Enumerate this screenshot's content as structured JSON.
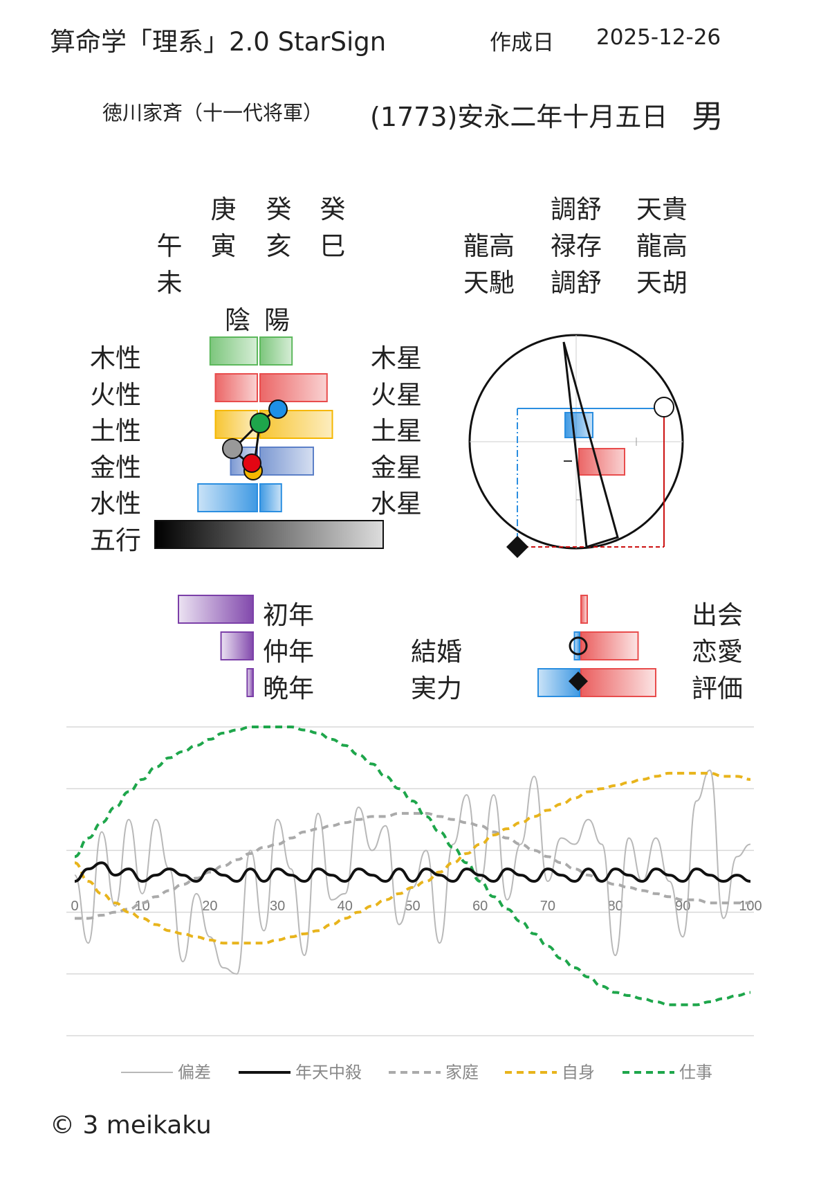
{
  "header": {
    "title": "算命学「理系」2.0 StarSign",
    "created_label": "作成日",
    "created_date": "2025-12-26",
    "person": "徳川家斉（十一代将軍）",
    "birth": "(1773)安永二年十月五日",
    "gender": "男"
  },
  "pillars": {
    "row1": [
      "庚",
      "癸",
      "癸"
    ],
    "row2": [
      "午",
      "寅",
      "亥",
      "巳"
    ],
    "row3": [
      "未"
    ]
  },
  "stars": {
    "row1": [
      "調舒",
      "天貴"
    ],
    "row2": [
      "龍高",
      "禄存",
      "龍高"
    ],
    "row3": [
      "天馳",
      "調舒",
      "天胡"
    ]
  },
  "elements": {
    "yin_label": "陰",
    "yang_label": "陽",
    "left_labels": [
      "木性",
      "火性",
      "土性",
      "金性",
      "水性",
      "五行"
    ],
    "right_labels": [
      "木星",
      "火星",
      "土星",
      "金星",
      "水星"
    ],
    "yin_values": [
      0.62,
      0.55,
      0.55,
      0.35,
      0.78
    ],
    "yang_values": [
      0.42,
      0.88,
      0.95,
      0.7,
      0.28
    ],
    "colors": [
      "#5cb85c",
      "#e84c4c",
      "#f5b700",
      "#5b7fc7",
      "#2a8ee0"
    ]
  },
  "life": {
    "labels": [
      "初年",
      "仲年",
      "晩年"
    ],
    "values": [
      1.0,
      0.43,
      0.08
    ],
    "color": "#7b3fa8"
  },
  "relations": {
    "center_labels": [
      "結婚",
      "実力"
    ],
    "right_labels": [
      "出会",
      "恋愛",
      "評価"
    ],
    "blue_values": [
      0.0,
      0.05,
      0.4
    ],
    "red_values": [
      0.06,
      0.55,
      0.72
    ]
  },
  "chart_data": {
    "type": "line",
    "x": [
      0,
      2,
      4,
      6,
      8,
      10,
      12,
      14,
      16,
      18,
      20,
      22,
      24,
      26,
      28,
      30,
      32,
      34,
      36,
      38,
      40,
      42,
      44,
      46,
      48,
      50,
      52,
      54,
      56,
      58,
      60,
      62,
      64,
      66,
      68,
      70,
      72,
      74,
      76,
      78,
      80,
      82,
      84,
      86,
      88,
      90,
      92,
      94,
      96,
      98,
      100
    ],
    "xticks": [
      0,
      10,
      20,
      30,
      40,
      50,
      60,
      70,
      80,
      90,
      100
    ],
    "ylim": [
      -2.5,
      2.5
    ],
    "legend_position": "bottom",
    "grid": true,
    "series": [
      {
        "name": "偏差",
        "color": "#b8b8b8",
        "style": "solid",
        "values": [
          0.1,
          -1.0,
          0.8,
          -0.4,
          1.0,
          -0.2,
          1.0,
          0.2,
          -1.3,
          -0.2,
          -0.9,
          -1.4,
          -1.5,
          0.5,
          -0.8,
          1.0,
          0.2,
          -1.2,
          1.1,
          -0.3,
          -0.2,
          1.2,
          0.5,
          0.9,
          -0.7,
          -0.1,
          0.5,
          -1.0,
          0.6,
          1.4,
          0.0,
          1.4,
          -0.3,
          0.6,
          1.7,
          0.0,
          0.7,
          0.6,
          1.0,
          0.6,
          -1.2,
          0.7,
          0.0,
          0.7,
          0.0,
          -0.9,
          1.3,
          1.8,
          -0.6,
          0.4,
          0.6
        ]
      },
      {
        "name": "年天中殺",
        "color": "#111111",
        "style": "solid",
        "values": [
          0.0,
          0.2,
          0.3,
          0.1,
          0.2,
          0.0,
          0.1,
          0.2,
          0.1,
          0.0,
          0.2,
          0.1,
          0.0,
          0.2,
          0.0,
          0.2,
          0.1,
          0.0,
          0.2,
          0.1,
          0.0,
          0.2,
          0.1,
          0.0,
          0.2,
          0.0,
          0.2,
          0.1,
          0.0,
          0.2,
          0.1,
          0.0,
          0.2,
          0.1,
          0.0,
          0.2,
          0.1,
          0.0,
          0.2,
          0.0,
          0.2,
          0.1,
          0.0,
          0.2,
          0.1,
          0.0,
          0.2,
          0.1,
          0.0,
          0.1,
          0.0
        ]
      },
      {
        "name": "家庭",
        "color": "#aaaaaa",
        "style": "dashed",
        "values": [
          -0.6,
          -0.6,
          -0.55,
          -0.5,
          -0.45,
          -0.35,
          -0.25,
          -0.15,
          -0.05,
          0.05,
          0.15,
          0.25,
          0.35,
          0.45,
          0.55,
          0.6,
          0.7,
          0.8,
          0.85,
          0.9,
          0.95,
          1.0,
          1.05,
          1.05,
          1.1,
          1.1,
          1.1,
          1.05,
          1.0,
          0.95,
          0.9,
          0.8,
          0.7,
          0.6,
          0.5,
          0.4,
          0.3,
          0.2,
          0.1,
          0.0,
          -0.05,
          -0.1,
          -0.15,
          -0.2,
          -0.25,
          -0.3,
          -0.3,
          -0.35,
          -0.35,
          -0.35,
          -0.35
        ]
      },
      {
        "name": "自身",
        "color": "#e8b41c",
        "style": "dashed",
        "values": [
          0.3,
          0.0,
          -0.2,
          -0.35,
          -0.5,
          -0.6,
          -0.7,
          -0.8,
          -0.85,
          -0.9,
          -0.95,
          -1.0,
          -1.0,
          -1.0,
          -1.0,
          -0.95,
          -0.9,
          -0.85,
          -0.8,
          -0.7,
          -0.6,
          -0.5,
          -0.4,
          -0.3,
          -0.2,
          -0.1,
          0.0,
          0.15,
          0.3,
          0.45,
          0.6,
          0.75,
          0.85,
          0.95,
          1.05,
          1.15,
          1.25,
          1.35,
          1.45,
          1.5,
          1.55,
          1.6,
          1.65,
          1.7,
          1.75,
          1.75,
          1.75,
          1.75,
          1.7,
          1.7,
          1.65
        ]
      },
      {
        "name": "仕事",
        "color": "#1ea64b",
        "style": "dashed",
        "values": [
          0.4,
          0.7,
          0.95,
          1.2,
          1.45,
          1.65,
          1.85,
          2.0,
          2.1,
          2.2,
          2.3,
          2.4,
          2.45,
          2.5,
          2.5,
          2.5,
          2.5,
          2.45,
          2.4,
          2.3,
          2.2,
          2.05,
          1.9,
          1.7,
          1.5,
          1.3,
          1.05,
          0.8,
          0.55,
          0.3,
          0.0,
          -0.25,
          -0.45,
          -0.65,
          -0.85,
          -1.05,
          -1.25,
          -1.4,
          -1.55,
          -1.7,
          -1.8,
          -1.85,
          -1.9,
          -1.95,
          -2.0,
          -2.0,
          -2.0,
          -1.95,
          -1.9,
          -1.85,
          -1.8
        ]
      }
    ]
  },
  "footer": {
    "copyright": "© 3 meikaku"
  }
}
